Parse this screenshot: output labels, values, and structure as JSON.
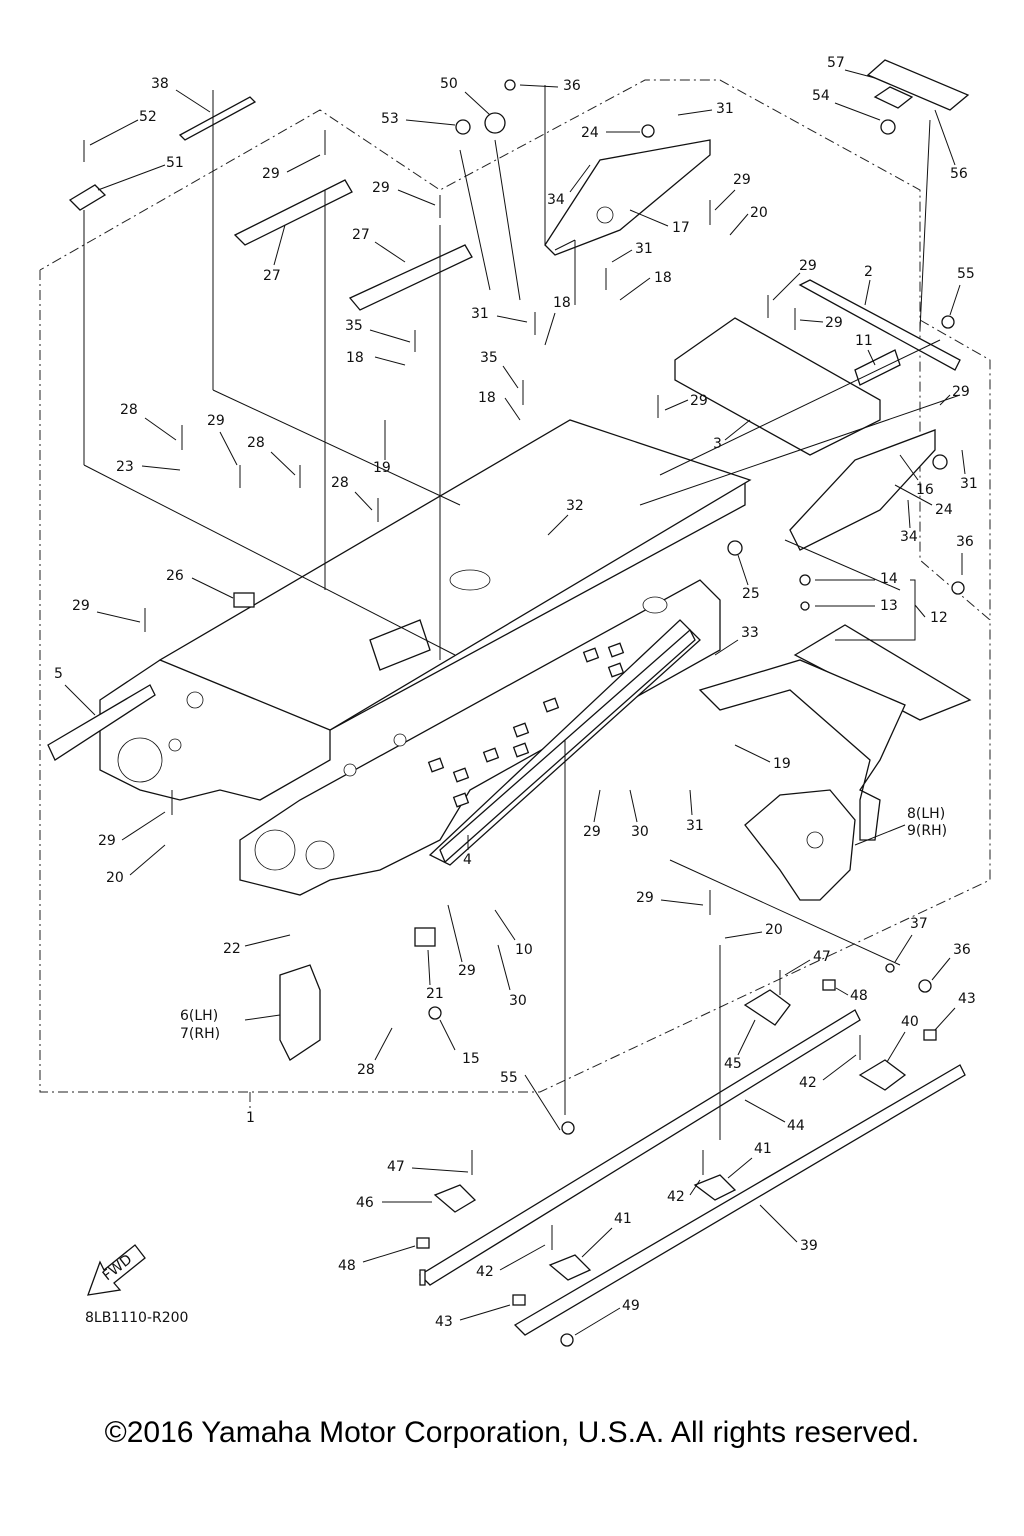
{
  "diagram_code": "8LB1110-R200",
  "fwd_label": "FWD",
  "copyright": "©2016 Yamaha Motor Corporation, U.S.A. All rights reserved.",
  "callouts": [
    "1",
    "2",
    "3",
    "4",
    "5",
    "6(LH)",
    "7(RH)",
    "8(LH)",
    "9(RH)",
    "10",
    "11",
    "12",
    "13",
    "14",
    "15",
    "16",
    "17",
    "18",
    "19",
    "20",
    "21",
    "22",
    "23",
    "24",
    "25",
    "26",
    "27",
    "28",
    "29",
    "30",
    "31",
    "32",
    "33",
    "34",
    "35",
    "36",
    "37",
    "38",
    "39",
    "40",
    "41",
    "42",
    "43",
    "44",
    "45",
    "46",
    "47",
    "48",
    "49",
    "50",
    "51",
    "52",
    "53",
    "54",
    "55",
    "56",
    "57"
  ]
}
